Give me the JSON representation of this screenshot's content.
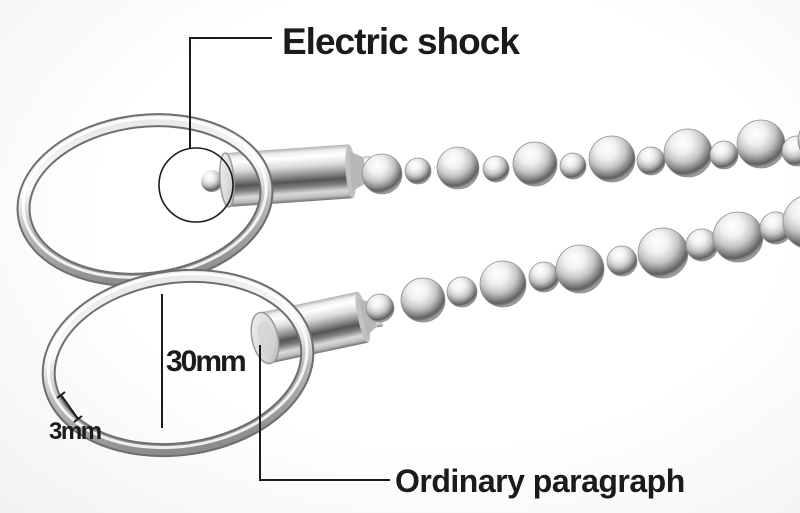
{
  "annotations": {
    "electric_shock_label": "Electric shock",
    "diameter_label": "30mm",
    "thickness_label": "3mm",
    "ordinary_label": "Ordinary paragraph"
  },
  "colors": {
    "background": "#fdfdfd",
    "annotation": "#1b1b1b",
    "metal_highlight": "#ffffff",
    "metal_mid": "#c6c6c6",
    "metal_dark": "#5f5f5f"
  }
}
